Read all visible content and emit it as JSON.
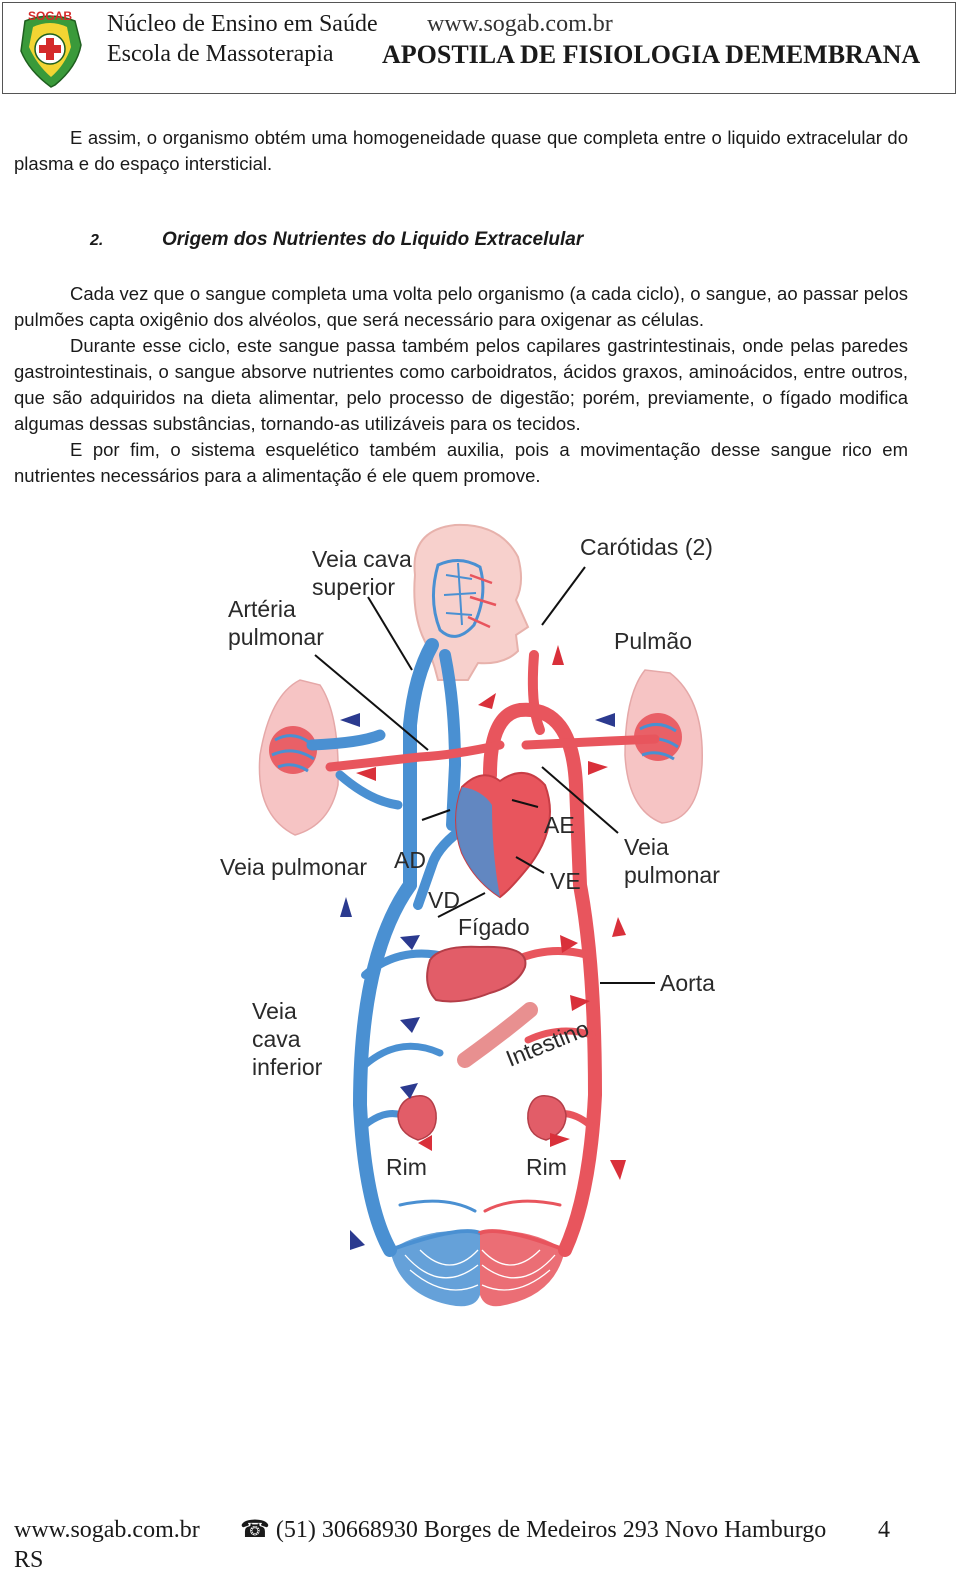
{
  "header": {
    "logo_text": "SOGAB",
    "line1_left": "Núcleo de Ensino em Saúde",
    "line1_right": "www.sogab.com.br",
    "line2_left": "Escola de Massoterapia",
    "line2_right": "APOSTILA DE FISIOLOGIA DEMEMBRANA"
  },
  "intro_paragraph": "E assim, o organismo obtém uma homogeneidade quase que completa entre o liquido extracelular do plasma e do espaço intersticial.",
  "section": {
    "number": "2.",
    "title": "Origem dos Nutrientes do Liquido Extracelular"
  },
  "paragraphs": [
    "Cada vez que o sangue completa uma volta pelo organismo (a cada ciclo), o sangue, ao passar pelos pulmões capta oxigênio dos alvéolos, que será necessário para oxigenar as células.",
    "Durante esse ciclo, este sangue passa também pelos capilares gastrintestinais, onde pelas paredes gastrointestinais, o sangue absorve nutrientes como carboidratos, ácidos graxos, aminoácidos, entre outros, que são adquiridos na dieta alimentar, pelo processo de digestão; porém, previamente, o fígado modifica algumas dessas substâncias, tornando-as utilizáveis para os tecidos.",
    "E por fim, o sistema esquelético também auxilia, pois a movimentação desse sangue rico em nutrientes necessários para a alimentação é ele quem promove."
  ],
  "figure": {
    "labels": {
      "veia_cava_superior_1": "Veia cava",
      "veia_cava_superior_2": "superior",
      "arteria_pulmonar_1": "Artéria",
      "arteria_pulmonar_2": "pulmonar",
      "carotidas": "Carótidas (2)",
      "pulmao": "Pulmão",
      "veia_pulmonar_left": "Veia pulmonar",
      "ad": "AD",
      "vd": "VD",
      "ae": "AE",
      "ve": "VE",
      "veia_pulmonar_right_1": "Veia",
      "veia_pulmonar_right_2": "pulmonar",
      "figado": "Fígado",
      "aorta": "Aorta",
      "veia_cava_inferior_1": "Veia",
      "veia_cava_inferior_2": "cava",
      "veia_cava_inferior_3": "inferior",
      "intestino": "Intestino",
      "rim_left": "Rim",
      "rim_right": "Rim"
    },
    "colors": {
      "venous": "#4a90d2",
      "arterial": "#e8555d",
      "arrow_blue": "#2b3a8f",
      "arrow_red": "#d9303a",
      "organ_pink": "#f6c4c4"
    }
  },
  "footer": {
    "url": "www.sogab.com.br",
    "phone": "☎ (51) 30668930 Borges de Medeiros 293 Novo Hamburgo",
    "page": "4",
    "state": "RS"
  }
}
